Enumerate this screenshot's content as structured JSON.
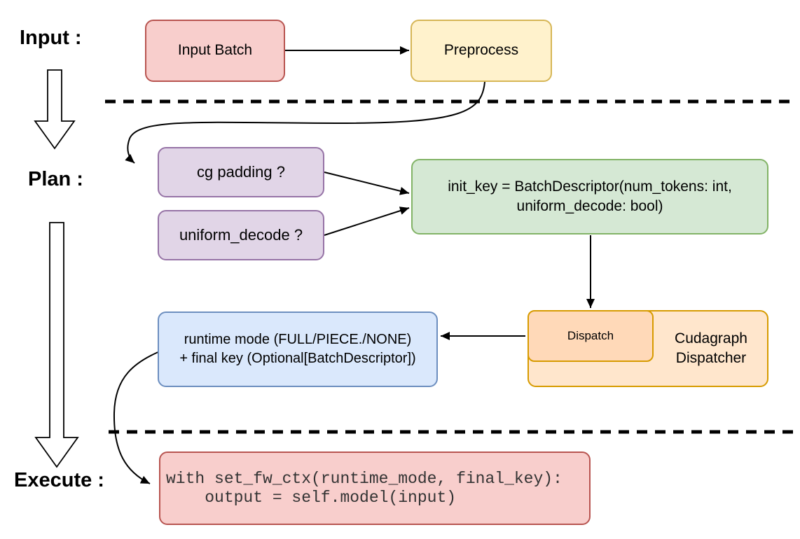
{
  "diagram": {
    "stages": {
      "input": "Input :",
      "plan": "Plan :",
      "execute": "Execute :"
    },
    "nodes": {
      "input_batch": "Input Batch",
      "preprocess": "Preprocess",
      "cg_padding": "cg padding ?",
      "uniform_decode": "uniform_decode ?",
      "init_key_line1": "init_key = BatchDescriptor(num_tokens: int,",
      "init_key_line2": "uniform_decode: bool)",
      "dispatch": "Dispatch",
      "cudagraph_dispatcher": "Cudagraph Dispatcher",
      "runtime_mode_line1": "runtime mode (FULL/PIECE./NONE)",
      "runtime_mode_line2": "+ final key (Optional[BatchDescriptor])",
      "execute_code_line1": "with set_fw_ctx(runtime_mode, final_key):",
      "execute_code_line2": "    output = self.model(input)"
    },
    "palette": {
      "input_batch_fill": "#f8cecc",
      "input_batch_border": "#b85450",
      "preprocess_fill": "#fff2cc",
      "preprocess_border": "#d6b656",
      "decision_fill": "#e1d5e7",
      "decision_border": "#9673a6",
      "init_key_fill": "#d5e8d4",
      "init_key_border": "#82b366",
      "dispatch_fill": "#ffd9b8",
      "dispatcher_fill": "#ffe6cc",
      "dispatcher_border": "#d79b00",
      "runtime_fill": "#dae8fc",
      "runtime_border": "#6c8ebf",
      "code_fill": "#f8cecc",
      "code_border": "#b85450",
      "connector": "#000000"
    }
  }
}
